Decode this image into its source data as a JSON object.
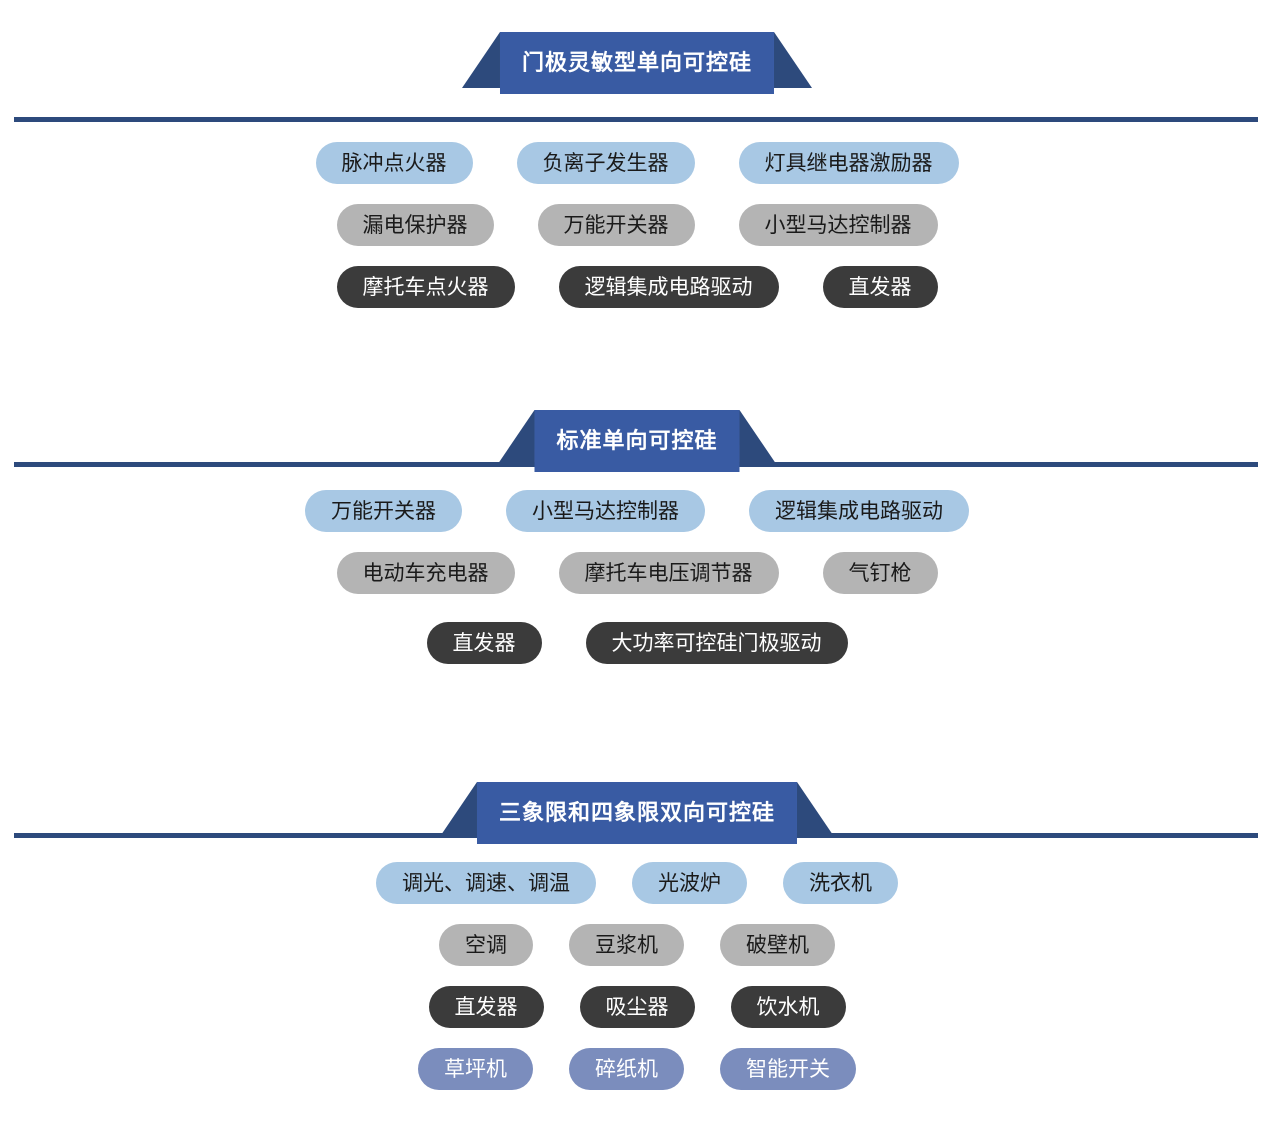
{
  "palette": {
    "banner_body": "#395ba3",
    "banner_wing": "#2d4a7c",
    "rule": "#2d4a7c",
    "pill_blue": "#a8c8e4",
    "pill_gray": "#b4b4b4",
    "pill_dark": "#3b3b3b",
    "pill_slate": "#7b8dbd",
    "background": "#ffffff"
  },
  "sections": [
    {
      "title": "门极灵敏型单向可控硅",
      "rows": [
        {
          "style": "blue",
          "items": [
            "脉冲点火器",
            "负离子发生器",
            "灯具继电器激励器"
          ]
        },
        {
          "style": "gray",
          "items": [
            "漏电保护器",
            "万能开关器",
            "小型马达控制器"
          ]
        },
        {
          "style": "dark",
          "items": [
            "摩托车点火器",
            "逻辑集成电路驱动",
            "直发器"
          ]
        }
      ]
    },
    {
      "title": "标准单向可控硅",
      "rows": [
        {
          "style": "blue",
          "items": [
            "万能开关器",
            "小型马达控制器",
            "逻辑集成电路驱动"
          ]
        },
        {
          "style": "gray",
          "items": [
            "电动车充电器",
            "摩托车电压调节器",
            "气钉枪"
          ]
        },
        {
          "style": "dark",
          "items": [
            "直发器",
            "大功率可控硅门极驱动"
          ]
        }
      ]
    },
    {
      "title": "三象限和四象限双向可控硅",
      "rows": [
        {
          "style": "blue",
          "items": [
            "调光、调速、调温",
            "光波炉",
            "洗衣机"
          ]
        },
        {
          "style": "gray",
          "items": [
            "空调",
            "豆浆机",
            "破壁机"
          ]
        },
        {
          "style": "dark",
          "items": [
            "直发器",
            "吸尘器",
            "饮水机"
          ]
        },
        {
          "style": "slate",
          "items": [
            "草坪机",
            "碎纸机",
            "智能开关"
          ]
        }
      ]
    }
  ]
}
